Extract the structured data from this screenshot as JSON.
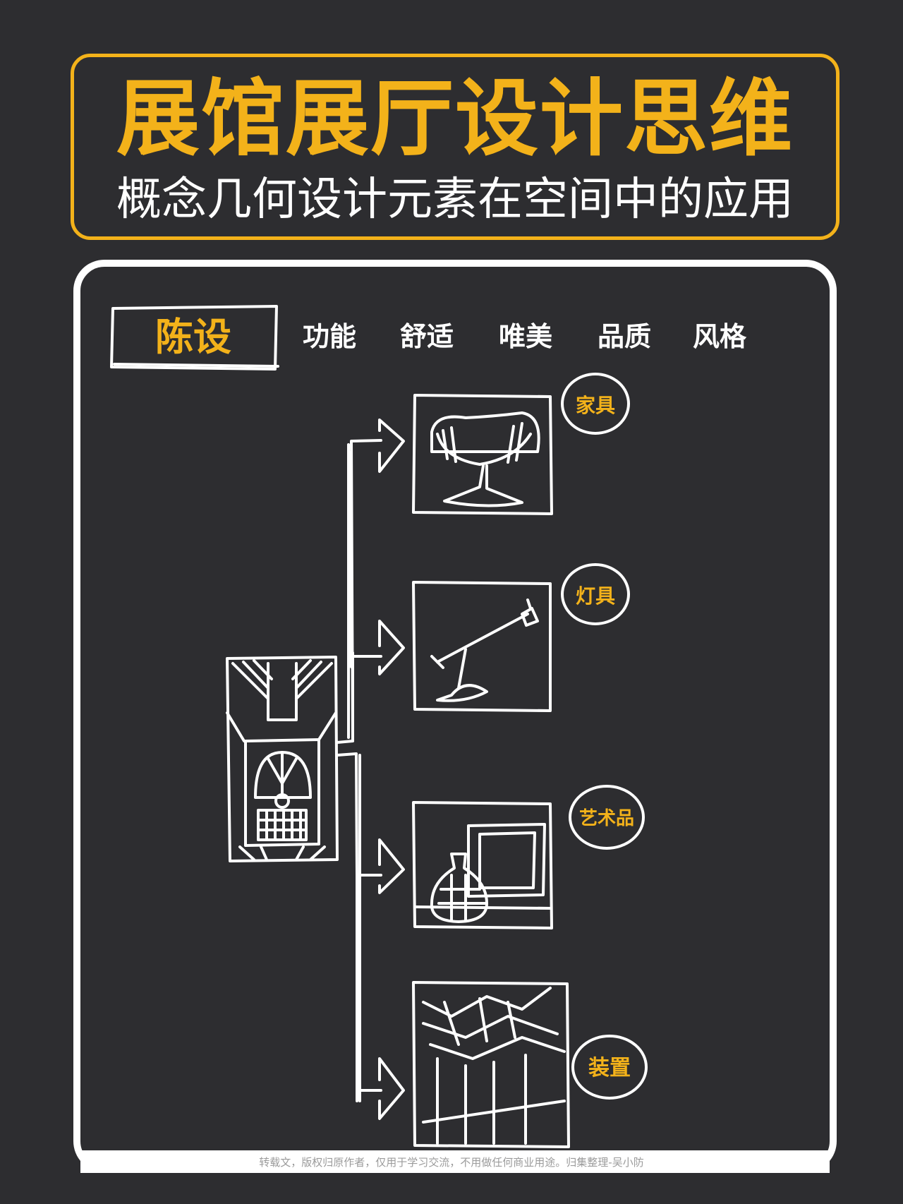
{
  "header": {
    "title": "展馆展厅设计思维",
    "subtitle": "概念几何设计元素在空间中的应用"
  },
  "board": {
    "category_label": "陈设",
    "attributes": [
      "功能",
      "舒适",
      "唯美",
      "品质",
      "风格"
    ],
    "branches": [
      {
        "label": "家具",
        "icon": "chair-icon"
      },
      {
        "label": "灯具",
        "icon": "desk-lamp-icon"
      },
      {
        "label": "艺术品",
        "icon": "vase-artwork-icon"
      },
      {
        "label": "装置",
        "icon": "ceiling-installation-icon"
      }
    ],
    "source_icon": "exhibition-hall-sketch-icon"
  },
  "footer": {
    "note": "转载文，版权归原作者，仅用于学习交流，不用做任何商业用途。归集整理-吴小防"
  },
  "colors": {
    "background": "#2d2d30",
    "accent": "#f3b21a",
    "line": "#ffffff"
  }
}
